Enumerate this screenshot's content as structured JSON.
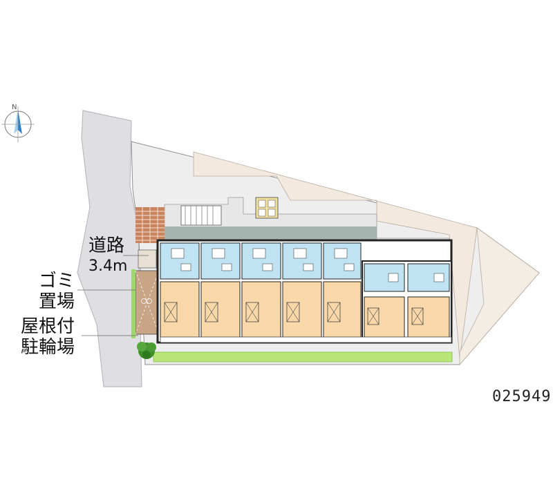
{
  "labels": {
    "road_line1": "道路",
    "road_line2": "3.4m",
    "garbage_line1": "ゴミ",
    "garbage_line2": "置場",
    "bike_line1": "屋根付",
    "bike_line2": "駐輪場",
    "property_code": "025949",
    "compass_n": "N"
  },
  "colors": {
    "road": "#dedee3",
    "lot": "#f3ebe3",
    "building_outline": "#222222",
    "bath_area": "#bfe3f3",
    "room_area": "#f8d8a8",
    "planting_strip": "#b9e67a",
    "walkway": "#96a9a3",
    "bike_shed": "#c9a588"
  },
  "icons": [
    "compass-icon",
    "tree-icon"
  ],
  "units": {
    "count_main": 5,
    "count_small": 2
  }
}
